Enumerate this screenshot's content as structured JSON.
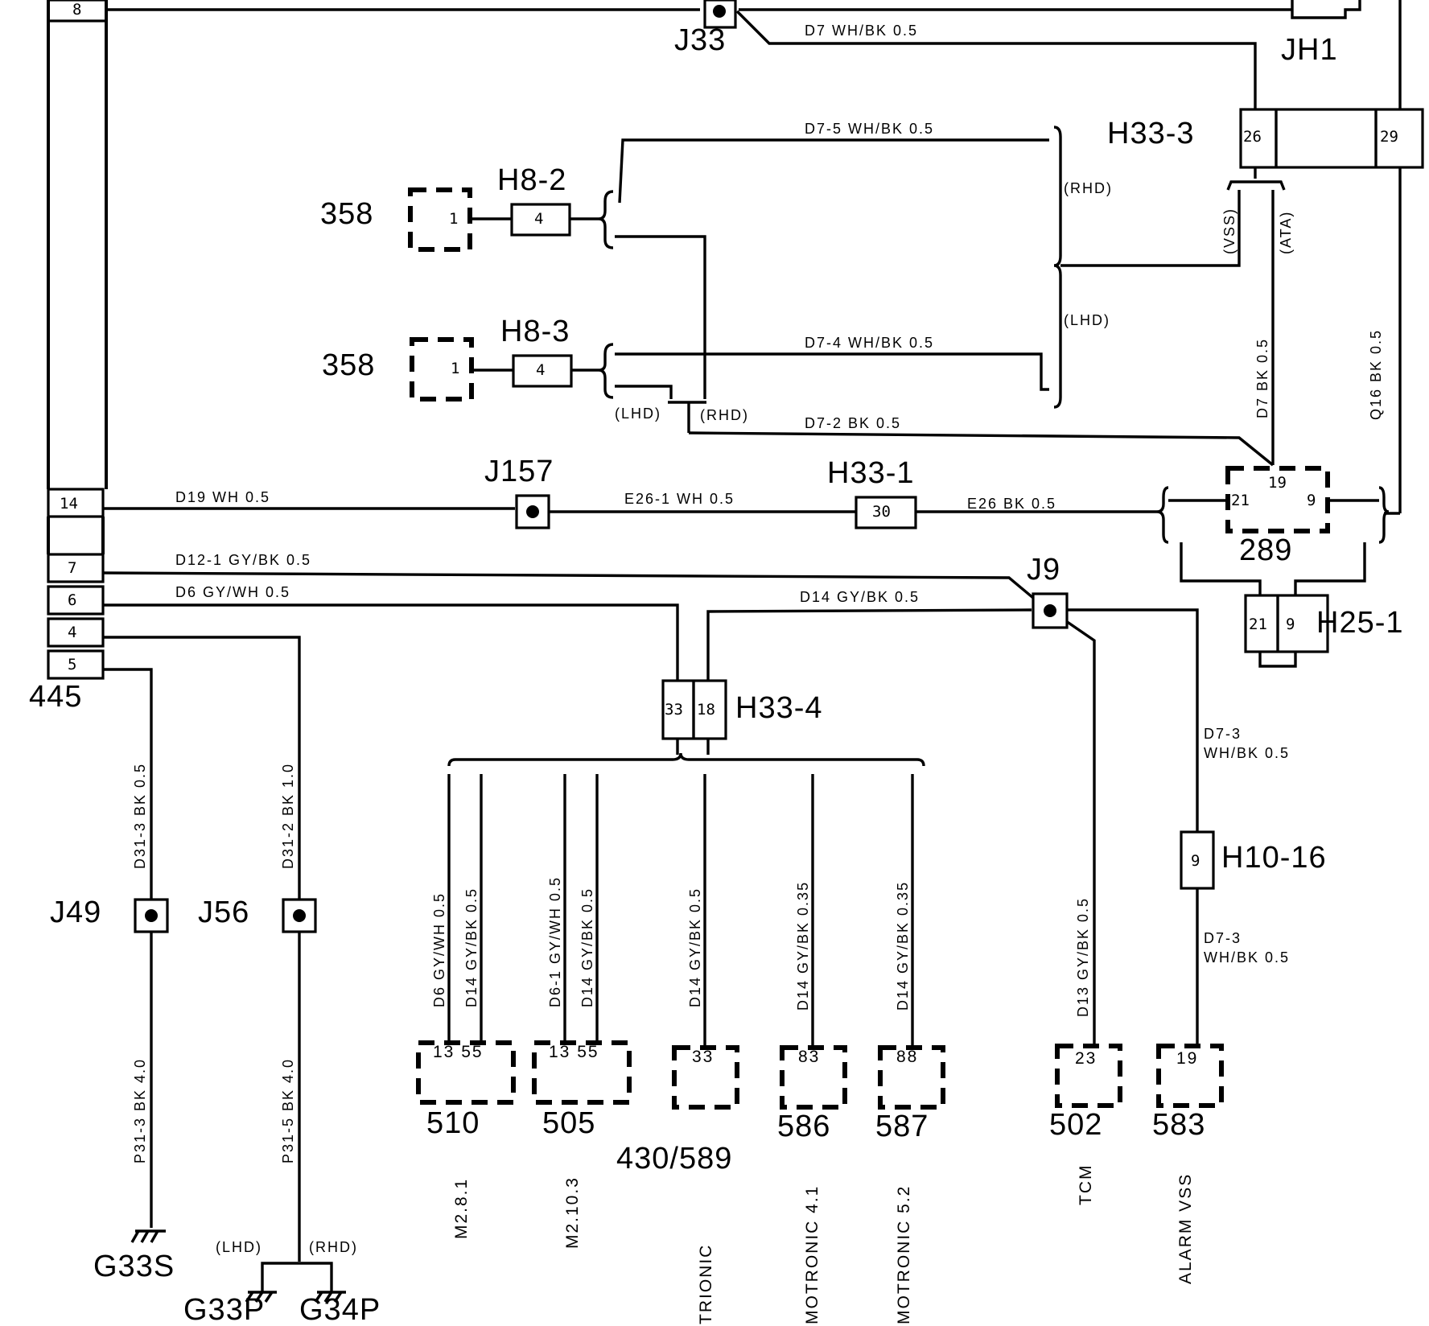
{
  "connector_445": {
    "name": "445",
    "pins": [
      "8",
      "14",
      "7",
      "6",
      "4",
      "5"
    ]
  },
  "components": {
    "j33": "J33",
    "jh1": "JH1",
    "h33_3": "H33-3",
    "h33_3_pins": [
      "26",
      "29"
    ],
    "h8_2": "H8-2",
    "h8_3": "H8-3",
    "c358a": "358",
    "c358b": "358",
    "pin1": "1",
    "pin4": "4",
    "j157": "J157",
    "h33_1": "H33-1",
    "h33_1_pin": "30",
    "c289": "289",
    "c289_pins": [
      "19",
      "21",
      "9"
    ],
    "h25_1": "H25-1",
    "h25_1_pins": [
      "21",
      "9"
    ],
    "j9": "J9",
    "h33_4": "H33-4",
    "h33_4_pins": [
      "33",
      "18"
    ],
    "h10_16": "H10-16",
    "h10_16_pin": "9",
    "j49": "J49",
    "j56": "J56",
    "g33s": "G33S",
    "g33p": "G33P",
    "g34p": "G34P"
  },
  "wires": {
    "d7_top": "D7  WH/BK 0.5",
    "d7_5": "D7-5   WH/BK 0.5",
    "d7_4": "D7-4   WH/BK 0.5",
    "d7_2": "D7-2   BK  0.5",
    "d7_bk": "D7  BK  0.5",
    "q16": "Q16  BK  0.5",
    "d19": "D19  WH 0.5",
    "e26_1": "E26-1   WH 0.5",
    "e26": "E26   BK  0.5",
    "d12_1": "D12-1   GY/BK  0.5",
    "d6": "D6  GY/WH 0.5",
    "d14": "D14   GY/BK  0.5",
    "d7_3_a": "D7-3",
    "d7_3_b": "WH/BK 0.5",
    "d7_3_c": "D7-3",
    "d7_3_d": "WH/BK 0.5",
    "d31_3": "D31-3   BK  0.5",
    "d31_2": "D31-2   BK  1.0",
    "p31_3": "P31-3   BK  4.0",
    "p31_5": "P31-5   BK  4.0",
    "d13": "D13   GY/BK  0.5",
    "drop_510a": "D6   GY/WH 0.5",
    "drop_510b": "D14   GY/BK  0.5",
    "drop_505a": "D6-1   GY/WH 0.5",
    "drop_505b": "D14   GY/BK  0.5",
    "drop_433": "D14   GY/BK  0.5",
    "drop_586": "D14   GY/BK  0.35",
    "drop_587": "D14   GY/BK  0.35"
  },
  "variants": {
    "rhd": "(RHD)",
    "lhd": "(LHD)",
    "vss": "(VSS)",
    "ata": "(ATA)"
  },
  "ecus": [
    {
      "pins": "13  55",
      "number": "510",
      "label": "M2.8.1"
    },
    {
      "pins": "13  55",
      "number": "505",
      "label": "M2.10.3"
    },
    {
      "pins": "33",
      "number": "430/589",
      "label": "TRIONIC"
    },
    {
      "pins": "83",
      "number": "586",
      "label": "MOTRONIC 4.1"
    },
    {
      "pins": "88",
      "number": "587",
      "label": "MOTRONIC 5.2"
    },
    {
      "pins": "23",
      "number": "502",
      "label": "TCM"
    },
    {
      "pins": "19",
      "number": "583",
      "label": "ALARM VSS"
    }
  ]
}
